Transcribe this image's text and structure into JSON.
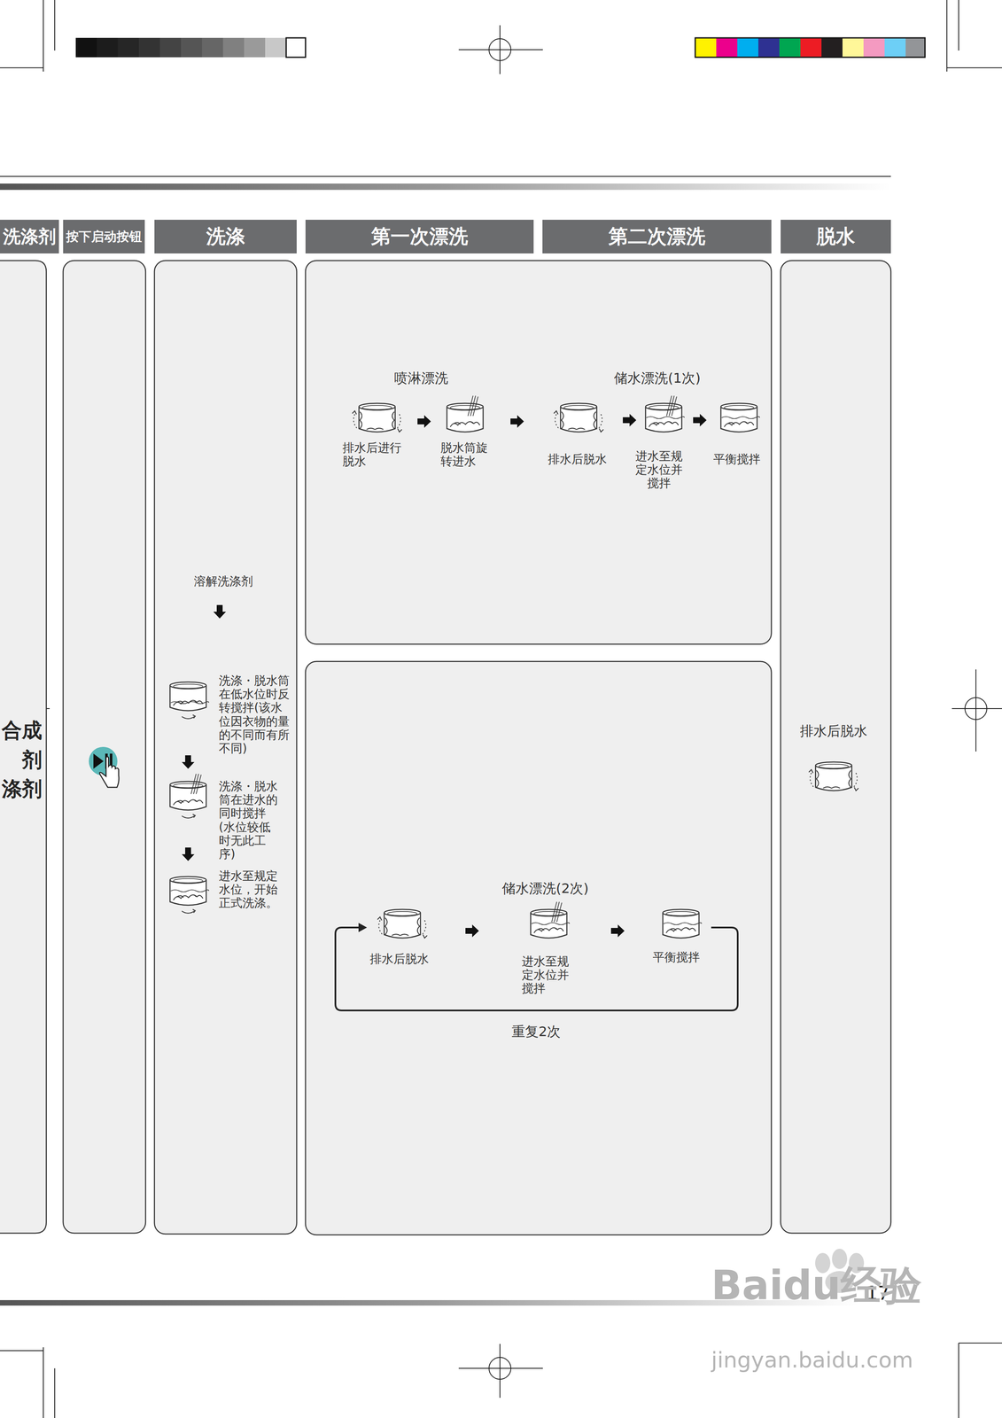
{
  "diagram": {
    "nodes": [
      {
        "text": [
          "洗涤剂"
        ]
      },
      {
        "text": [
          "按下启动按钮"
        ]
      },
      {
        "text": [
          "洗涤"
        ]
      },
      {
        "text": [
          "第一次漂洗"
        ]
      },
      {
        "text": [
          "第二次漂洗"
        ]
      },
      {
        "text": [
          "脱水"
        ]
      },
      {
        "text": [
          "合成 剂 涤剂"
        ]
      },
      {
        "text": [
          "溶解洗涤剂",
          "洗涤・脱水筒在低水位时反转搅拌(该水位因衣物的量的不同而有所不同)",
          "洗涤・脱水筒在进水的同时搅拌(水位较低时无此工序)",
          "进水至规定水位，开始正式洗涤。"
        ]
      },
      {
        "text": [
          "喷淋漂洗",
          "排水后进行脱水",
          "脱水筒旋转进水",
          "储水漂洗(1次)",
          "排水后脱水",
          "进水至规定水位并搅拌",
          "平衡搅拌"
        ]
      },
      {
        "text": [
          "储水漂洗(2次)",
          "排水后脱水",
          "进水至规定水位并搅拌",
          "平衡搅拌",
          "重复2次"
        ]
      },
      {
        "text": [
          "排水后脱水"
        ]
      }
    ],
    "labels": [
      "17",
      "Baidu经验",
      "jingyan.baidu.com"
    ]
  }
}
